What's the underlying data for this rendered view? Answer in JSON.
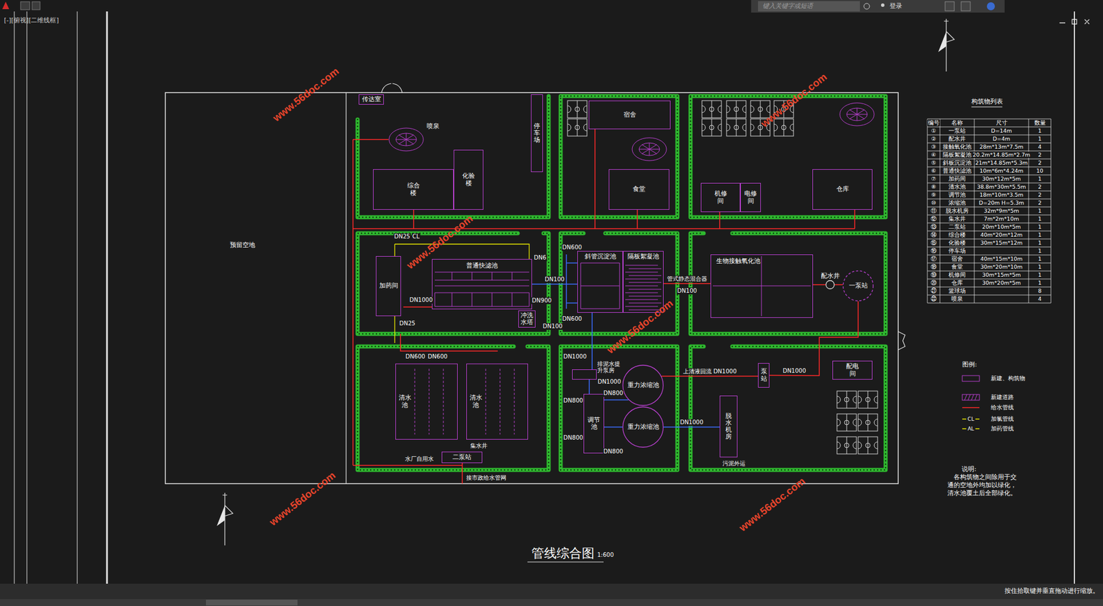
{
  "diagram": {
    "title": "管线综合图",
    "nodes": [
      {
        "text": [
          "传达室"
        ]
      },
      {
        "text": [
          "喷泉"
        ]
      },
      {
        "text": [
          "综合楼"
        ]
      },
      {
        "text": [
          "化验楼"
        ]
      },
      {
        "text": [
          "停车场"
        ]
      },
      {
        "text": [
          "宿舍"
        ]
      },
      {
        "text": [
          "食堂"
        ]
      },
      {
        "text": [
          "机修间"
        ]
      },
      {
        "text": [
          "电修间"
        ]
      },
      {
        "text": [
          "仓库"
        ]
      },
      {
        "text": [
          "加药间"
        ]
      },
      {
        "text": [
          "普通快滤池"
        ]
      },
      {
        "text": [
          "冲洗水塔"
        ]
      },
      {
        "text": [
          "斜管沉淀池"
        ]
      },
      {
        "text": [
          "隔板絮凝池"
        ]
      },
      {
        "text": [
          "生物接触氧化池"
        ]
      },
      {
        "text": [
          "配水井"
        ]
      },
      {
        "text": [
          "一泵站"
        ]
      },
      {
        "text": [
          "清水池"
        ]
      },
      {
        "text": [
          "清水池"
        ]
      },
      {
        "text": [
          "二泵站"
        ]
      },
      {
        "text": [
          "排泥水提升泵房"
        ]
      },
      {
        "text": [
          "调节池"
        ]
      },
      {
        "text": [
          "重力浓缩池"
        ]
      },
      {
        "text": [
          "重力浓缩池"
        ]
      },
      {
        "text": [
          "泵站"
        ]
      },
      {
        "text": [
          "配电间"
        ]
      },
      {
        "text": [
          "脱水机房"
        ]
      }
    ],
    "edges": [
      {
        "from": 17,
        "to": 16,
        "arrow": "none"
      },
      {
        "from": 16,
        "to": 15,
        "arrow": "none"
      },
      {
        "from": 15,
        "to": 14,
        "label": "管式静态混合器",
        "arrow": "none"
      },
      {
        "from": 13,
        "to": 11,
        "label": "DN100",
        "arrow": "none"
      },
      {
        "from": 23,
        "to": 25,
        "label": "上清液回流 DN1000",
        "arrow": "none"
      },
      {
        "from": 24,
        "to": 27,
        "label": "DN1000",
        "arrow": "none"
      },
      {
        "from": 22,
        "to": 23,
        "arrow": "none"
      },
      {
        "from": 22,
        "to": 24,
        "arrow": "none"
      },
      {
        "from": 25,
        "to": 17,
        "label": "DN1000",
        "arrow": "none"
      }
    ],
    "labels": [
      "[-][俯视][二维线框]",
      "键入关键字或短语",
      "登录",
      "按住拾取键并垂直拖动进行缩放。",
      "预留空地",
      "DN25",
      "CL",
      "DN1000",
      "DN25",
      "DN6",
      "DN900",
      "DN600",
      "DN100",
      "DN600",
      "DN100",
      "DN600",
      "DN600",
      "集水井",
      "水厂自用水",
      "接市政给水管网",
      "DN1000",
      "DN1000",
      "DN800",
      "DN800",
      "DN800",
      "DN800",
      "污泥外运",
      "构筑物列表",
      "编号",
      "名称",
      "尺寸",
      "数量",
      "①",
      "一泵站",
      "D=14m",
      "1",
      "②",
      "配水井",
      "D=4m",
      "1",
      "③",
      "接触氧化池",
      "28m*13m*7.5m",
      "4",
      "④",
      "隔板絮凝池",
      "20.2m*14.85m*2.7m",
      "2",
      "⑤",
      "斜板沉淀池",
      "21m*14.85m*5.3m",
      "2",
      "⑥",
      "普通快滤池",
      "10m*6m*4.24m",
      "10",
      "⑦",
      "加药间",
      "30m*12m*5m",
      "1",
      "⑧",
      "清水池",
      "38.8m*30m*5.5m",
      "2",
      "⑨",
      "调节池",
      "18m*10m*3.5m",
      "2",
      "⑩",
      "浓缩池",
      "D=20m H=5.3m",
      "2",
      "⑪",
      "脱水机房",
      "32m*9m*5m",
      "1",
      "⑫",
      "集水井",
      "7m*2m*10m",
      "1",
      "⑬",
      "二泵站",
      "20m*10m*5m",
      "1",
      "⑭",
      "综合楼",
      "40m*20m*12m",
      "1",
      "⑮",
      "化验楼",
      "30m*15m*12m",
      "1",
      "⑯",
      "停车场",
      "1",
      "⑰",
      "宿舍",
      "40m*15m*10m",
      "1",
      "⑱",
      "食堂",
      "30m*20m*10m",
      "1",
      "⑲",
      "机修间",
      "30m*15m*5m",
      "1",
      "⑳",
      "仓库",
      "30m*20m*5m",
      "1",
      "㉑",
      "篮球场",
      "8",
      "㉒",
      "喷泉",
      "4",
      "图例:",
      "CL",
      "AL",
      "说明:",
      "各构筑物之间除用于交通的空地外均加以绿化，清水池覆土后全部绿化。",
      "1:600",
      "www.56doc.com",
      "www.56doc.com",
      "www.56doc.com",
      "www.56doc.com",
      "www.56doc.com",
      "www.56doc.com"
    ],
    "legend": [
      {
        "text": "新建、构筑物"
      },
      {
        "text": "新建道路"
      },
      {
        "text": "给水管线"
      },
      {
        "text": "加氯管线"
      },
      {
        "text": "加药管线"
      }
    ]
  }
}
